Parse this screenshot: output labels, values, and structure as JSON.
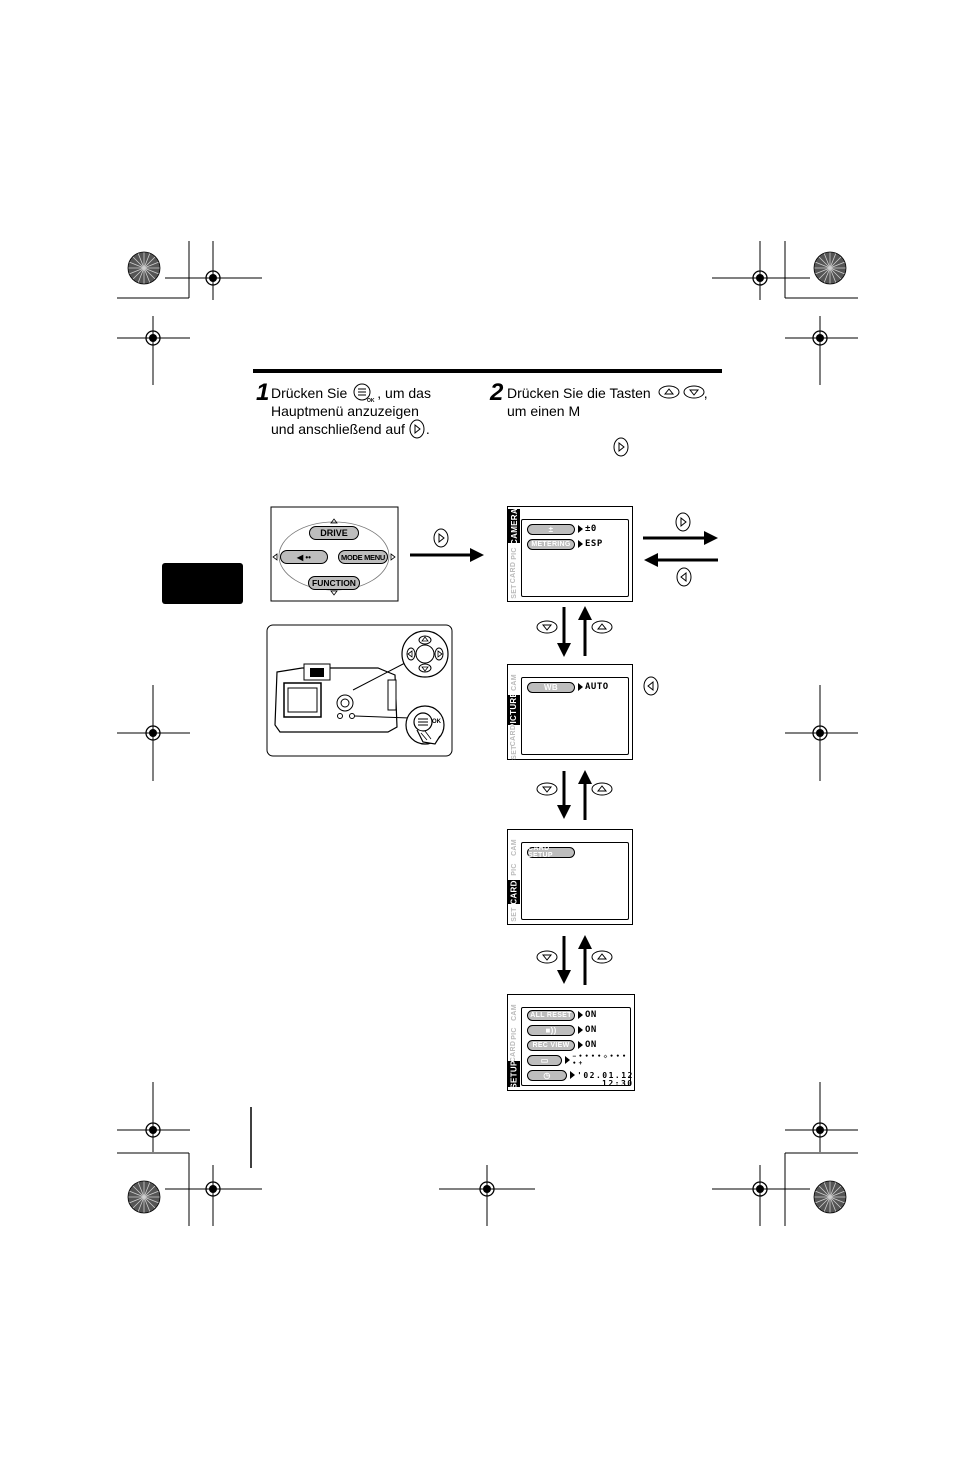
{
  "step1": {
    "number": "1",
    "line1_a": "Drücken Sie",
    "line1_b": ", um das",
    "line2": "Hauptmenü anzuzeigen",
    "line3": "und anschließend auf",
    "line3_end": "."
  },
  "step2": {
    "number": "2",
    "line1": "Drücken Sie die Tasten",
    "line1_end": ",",
    "line2": "um einen M"
  },
  "main_menu": {
    "top": "DRIVE",
    "left": "◀ ••",
    "right": "MODE MENU",
    "bottom": "FUNCTION"
  },
  "screens": {
    "camera": {
      "tabs": [
        "CAMERA",
        "PIC",
        "CARD",
        "SET"
      ],
      "rows": [
        {
          "label": "±",
          "value": "±0"
        },
        {
          "label": "METERING",
          "value": "ESP"
        }
      ]
    },
    "picture": {
      "tabs": [
        "CAM",
        "PICTURE",
        "CARD",
        "SET"
      ],
      "rows": [
        {
          "label": "WB",
          "value": "AUTO"
        }
      ]
    },
    "card": {
      "tabs": [
        "CAM",
        "PIC",
        "CARD",
        "SET"
      ],
      "rows": [
        {
          "label": "CARD SETUP",
          "value": ""
        }
      ]
    },
    "setup": {
      "tabs": [
        "CAM",
        "PIC",
        "CARD",
        "SETUP"
      ],
      "rows": [
        {
          "label": "ALL RESET",
          "value": "ON"
        },
        {
          "label": "■))",
          "value": "ON"
        },
        {
          "label": "REC VIEW",
          "value": "ON"
        },
        {
          "label": "▭",
          "value": "− • • • • ◇ • • • • +"
        },
        {
          "label": "◷",
          "value": "'02.01.12"
        }
      ],
      "time": "12:30"
    }
  },
  "button_labels": {
    "ok": "OK"
  },
  "icons": {
    "registration": "registration-mark-icon",
    "starburst": "color-target-icon",
    "right_button": "arrow-right-button-icon",
    "left_button": "arrow-left-button-icon",
    "up_button": "arrow-up-button-icon",
    "down_button": "arrow-down-button-icon",
    "menu_ok_button": "menu-ok-button-icon"
  }
}
